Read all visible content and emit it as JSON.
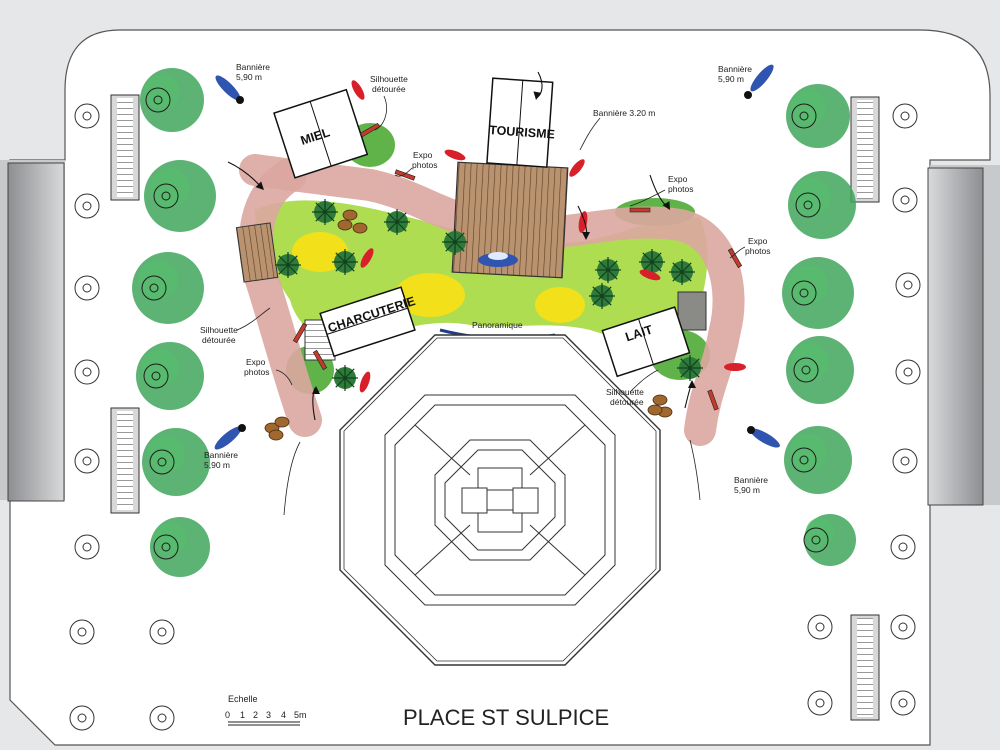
{
  "title": "PLACE ST SULPICE",
  "scale": {
    "label": "Echelle",
    "ticks": [
      "0",
      "1",
      "2",
      "3",
      "4",
      "5m"
    ]
  },
  "stalls": {
    "miel": "MIEL",
    "tourisme": "TOURISME",
    "charcuterie": "CHARCUTERIE",
    "lait": "LAIT"
  },
  "labels": {
    "banniere_tl_name": "Bannière",
    "banniere_tl_size": "5,90 m",
    "banniere_tr_name": "Bannière",
    "banniere_tr_size": "5,90 m",
    "banniere_bl_name": "Bannière",
    "banniere_bl_size": "5,90 m",
    "banniere_br_name": "Bannière",
    "banniere_br_size": "5,90 m",
    "banniere_center": "Bannière 3.20 m",
    "silhouette_top_1": "Silhouette",
    "silhouette_top_2": "détourée",
    "silhouette_left_1": "Silhouette",
    "silhouette_left_2": "détourée",
    "silhouette_right_1": "Silhouette",
    "silhouette_right_2": "détourée",
    "expo_top_1": "Expo",
    "expo_top_2": "photos",
    "expo_midright_1": "Expo",
    "expo_midright_2": "photos",
    "expo_right_1": "Expo",
    "expo_right_2": "photos",
    "expo_left_1": "Expo",
    "expo_left_2": "photos",
    "panoramique": "Panoramique"
  },
  "colors": {
    "background": "#e6e7e9",
    "plaza": "#ffffff",
    "lawn": "#a6d93f",
    "flower_bed": "#f2e11a",
    "path": "#dba6a0",
    "tree": "#3fa65a",
    "banner": "#2f55b0",
    "silhouette": "#d8202a",
    "deck": "#a07a55"
  },
  "icons": [
    "tree-icon",
    "banner-icon",
    "silhouette-icon",
    "street-lamp-icon",
    "arrow-icon"
  ]
}
